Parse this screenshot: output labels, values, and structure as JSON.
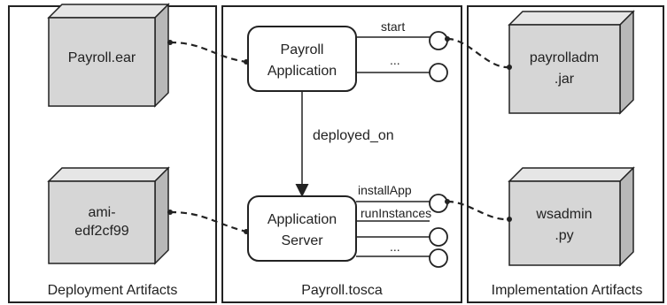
{
  "panels": {
    "left_title": "Deployment Artifacts",
    "center_title": "Payroll.tosca",
    "right_title": "Implementation Artifacts"
  },
  "nodes": {
    "payroll_app": [
      "Payroll",
      "Application"
    ],
    "app_server": [
      "Application",
      "Server"
    ]
  },
  "relationship": "deployed_on",
  "artifacts": {
    "payroll_ear": [
      "Payroll.ear"
    ],
    "ami": [
      "ami-",
      "edf2cf99"
    ],
    "payrolladm": [
      "payrolladm",
      ".jar"
    ],
    "wsadmin": [
      "wsadmin",
      ".py"
    ]
  },
  "operations": {
    "start": "start",
    "ellipsis_top": "...",
    "install_app": "installApp",
    "run_instances": "runInstances",
    "ellipsis_bottom": "..."
  },
  "colors": {
    "box_front": "#d6d6d6",
    "box_top": "#e6e6e6",
    "box_side": "#b8b8b8",
    "border": "#222222"
  }
}
